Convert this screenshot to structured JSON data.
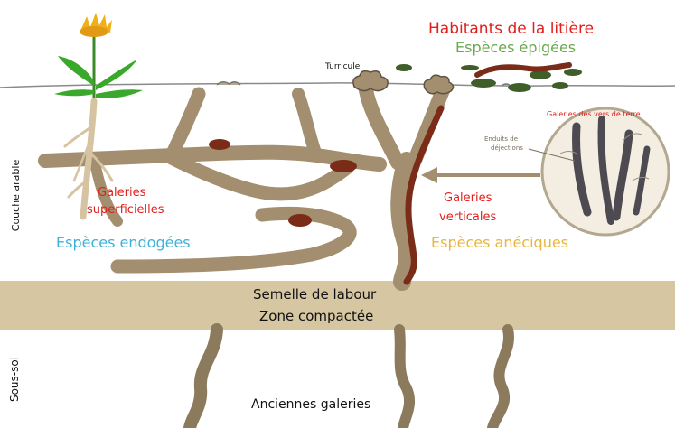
{
  "labels": {
    "habitants_litiere": "Habitants de la litière",
    "especes_epigees": "Espèces épigées",
    "turricule": "Turricule",
    "galeries_vers": "Galeries des vers de terre",
    "enduits": "Enduits de",
    "dejections": "déjections",
    "couche_arable": "Couche arable",
    "galeries_sup_1": "Galeries",
    "galeries_sup_2": "superficielles",
    "especes_endogees": "Espèces endogées",
    "galeries_vert_1": "Galeries",
    "galeries_vert_2": "verticales",
    "especes_aneciques": "Espèces anéciques",
    "semelle": "Semelle de labour",
    "zone_compactee": "Zone compactée",
    "sous_sol": "Sous-sol",
    "anciennes_galeries": "Anciennes galeries"
  },
  "colors": {
    "burrow": "#a38f6f",
    "burrow_dark": "#5e5340",
    "compact_layer": "#d6c6a2",
    "worm": "#7a2c18",
    "epigeic_green": "#3f5e2a",
    "leaf_green": "#3aa82a",
    "flower_yellow": "#f0b01a"
  }
}
